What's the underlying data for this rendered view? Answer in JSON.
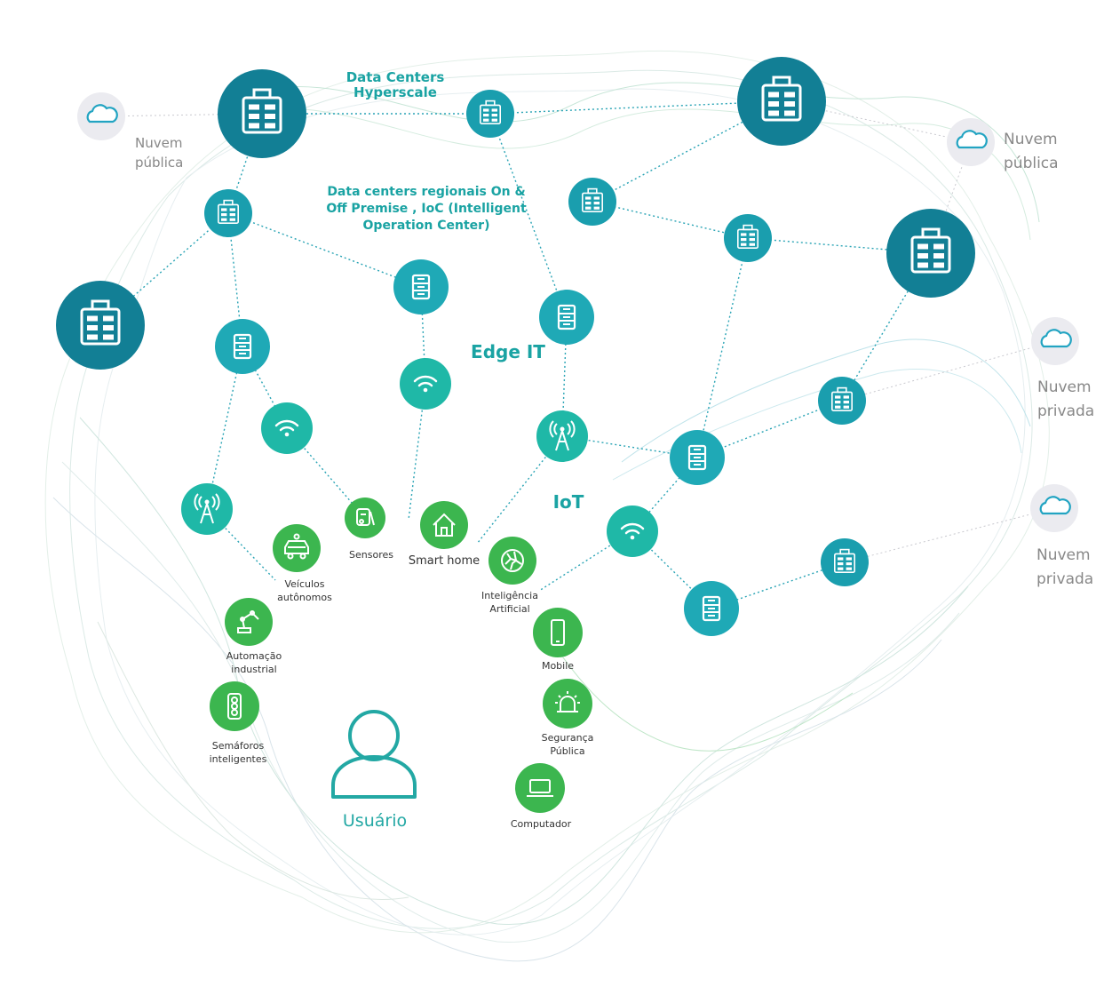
{
  "labels": {
    "hyperscale_line1": "Data Centers",
    "hyperscale_line2": "Hyperscale",
    "regional_line1": "Data centers regionais On  &",
    "regional_line2": "Off Premise , IoC (Intelligent",
    "regional_line3": "Operation Center)",
    "edge_it": "Edge IT",
    "iot": "IoT",
    "user": "Usuário"
  },
  "clouds": {
    "left_public": [
      "Nuvem",
      "pública"
    ],
    "right_public": [
      "Nuvem",
      "pública"
    ],
    "private_1": [
      "Nuvem",
      "privada"
    ],
    "private_2": [
      "Nuvem",
      "privada"
    ]
  },
  "devices": {
    "sensores": "Sensores",
    "smart_home": "Smart home",
    "veiculos": [
      "Veículos",
      "autônomos"
    ],
    "ia": [
      "Inteligência",
      "Artificial"
    ],
    "automacao": [
      "Automação",
      "industrial"
    ],
    "mobile": "Mobile",
    "semaforos": [
      "Semáforos",
      "inteligentes"
    ],
    "seguranca": [
      "Segurança",
      "Pública"
    ],
    "computador": "Computador"
  },
  "colors": {
    "datacenter_teal": "#127f95",
    "node_cyan": "#1fa9b6",
    "wifi_teal": "#1fb8a7",
    "device_green": "#3cb64f",
    "label_teal": "#1aa3a3",
    "cloud_bg": "#ebebf0",
    "cloud_icon": "#22a4c2",
    "edge_line": "#2aa4b5"
  },
  "icons": {
    "datacenter": "building-icon",
    "server": "server-rack-icon",
    "wifi": "wifi-icon",
    "antenna": "antenna-tower-icon",
    "cloud": "cloud-icon",
    "user": "user-icon"
  }
}
